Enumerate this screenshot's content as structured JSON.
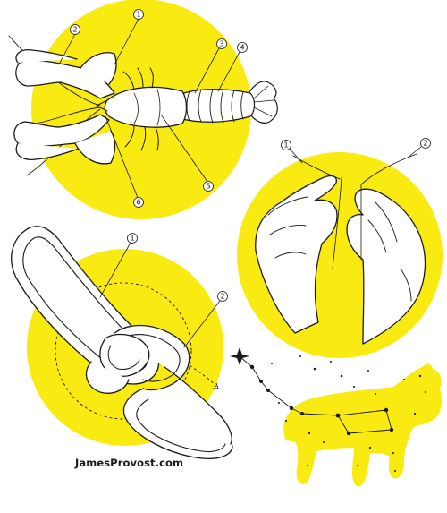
{
  "credit": "JamesProvost.com",
  "colors": {
    "accent": "#f9ea12",
    "ink": "#1a1a1a",
    "background": "#ffffff"
  },
  "panels": {
    "lobster": {
      "callouts": [
        "1",
        "2",
        "3",
        "4",
        "5",
        "6"
      ]
    },
    "hands": {
      "callouts": [
        "1",
        "2"
      ]
    },
    "bands": {
      "callouts": [
        "1",
        "2"
      ]
    },
    "constellation": {
      "callouts": []
    }
  }
}
